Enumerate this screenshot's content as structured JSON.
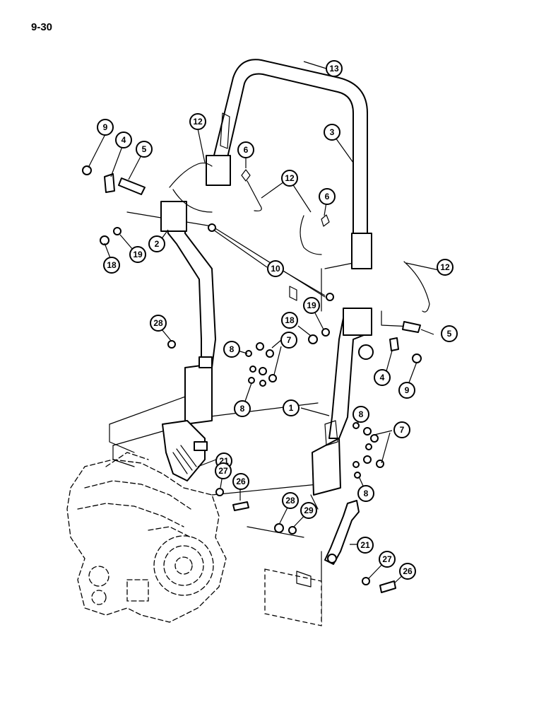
{
  "page": {
    "number": "9-30"
  },
  "callouts": [
    {
      "label": "13"
    },
    {
      "label": "9"
    },
    {
      "label": "4"
    },
    {
      "label": "5"
    },
    {
      "label": "12"
    },
    {
      "label": "6"
    },
    {
      "label": "3"
    },
    {
      "label": "12"
    },
    {
      "label": "6"
    },
    {
      "label": "18"
    },
    {
      "label": "19"
    },
    {
      "label": "2"
    },
    {
      "label": "10"
    },
    {
      "label": "12"
    },
    {
      "label": "28"
    },
    {
      "label": "18"
    },
    {
      "label": "19"
    },
    {
      "label": "7"
    },
    {
      "label": "8"
    },
    {
      "label": "5"
    },
    {
      "label": "4"
    },
    {
      "label": "9"
    },
    {
      "label": "8"
    },
    {
      "label": "1"
    },
    {
      "label": "8"
    },
    {
      "label": "7"
    },
    {
      "label": "21"
    },
    {
      "label": "27"
    },
    {
      "label": "26"
    },
    {
      "label": "8"
    },
    {
      "label": "28"
    },
    {
      "label": "29"
    },
    {
      "label": "21"
    },
    {
      "label": "27"
    },
    {
      "label": "26"
    }
  ]
}
